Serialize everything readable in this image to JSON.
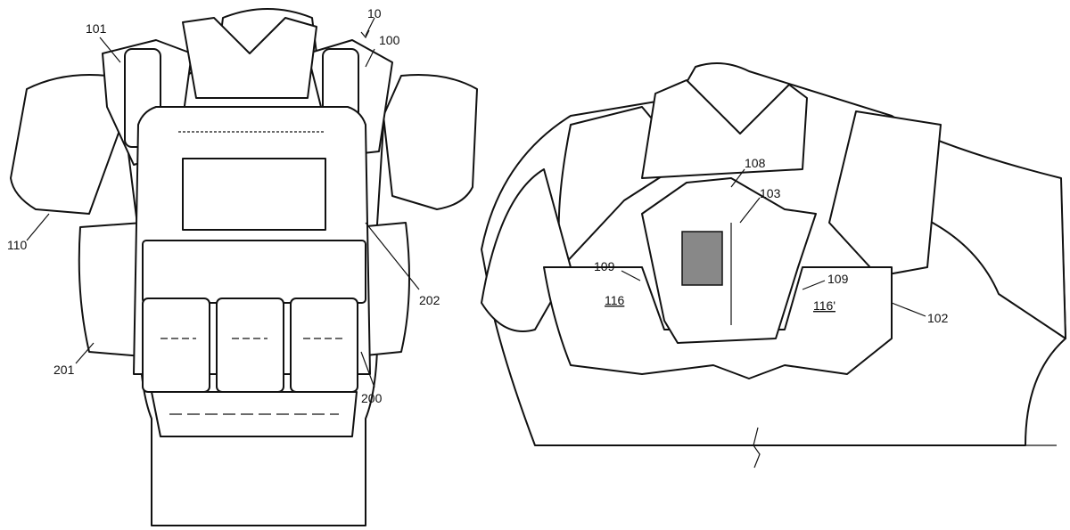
{
  "figure_left": {
    "labels": {
      "assembly": "10",
      "carrier": "100",
      "shoulder_left": "101",
      "arm_pad": "110",
      "front_panel": "202",
      "cummerbund_left": "201",
      "cummerbund_right": "200"
    }
  },
  "figure_right": {
    "labels": {
      "yoke": "108",
      "mount": "103",
      "edge_left": "109",
      "edge_right": "109",
      "region_left": "116",
      "region_right": "116'",
      "shoulder": "102"
    }
  }
}
